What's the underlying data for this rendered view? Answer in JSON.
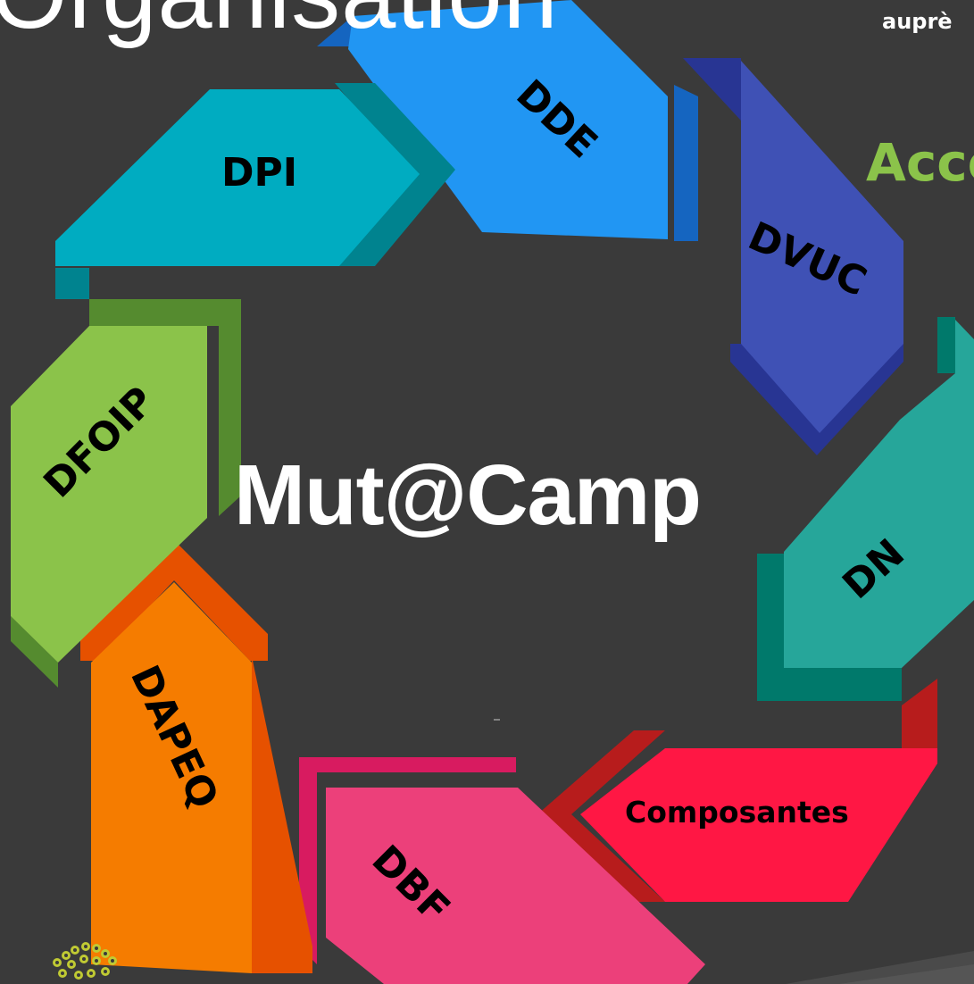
{
  "header": {
    "title": "Organisation",
    "top_right_text": "auprè",
    "green_text": "Acco"
  },
  "center": {
    "title": "Mut@Camp"
  },
  "segments": [
    {
      "id": "dde",
      "label": "DDE",
      "color": "#2196f3",
      "fold_color": "#1565c0"
    },
    {
      "id": "dvuc",
      "label": "DVUC",
      "color": "#3f51b5",
      "fold_color": "#283593"
    },
    {
      "id": "dn",
      "label": "DN",
      "color": "#26a69a",
      "fold_color": "#00796b"
    },
    {
      "id": "composantes",
      "label": "Composantes",
      "color": "#ff1744",
      "fold_color": "#b71c1c"
    },
    {
      "id": "dbf",
      "label": "DBF",
      "color": "#ec407a",
      "fold_color": "#d81b60"
    },
    {
      "id": "dapeq",
      "label": "DAPEQ",
      "color": "#f57c00",
      "fold_color": "#e65100"
    },
    {
      "id": "dfoip",
      "label": "DFOIP",
      "color": "#8bc34a",
      "fold_color": "#558b2f"
    },
    {
      "id": "dpi",
      "label": "DPI",
      "color": "#00acc1",
      "fold_color": "#00838f"
    }
  ],
  "logo": {
    "icon": "flower-cluster-logo-icon",
    "color": "#c0ca33"
  }
}
